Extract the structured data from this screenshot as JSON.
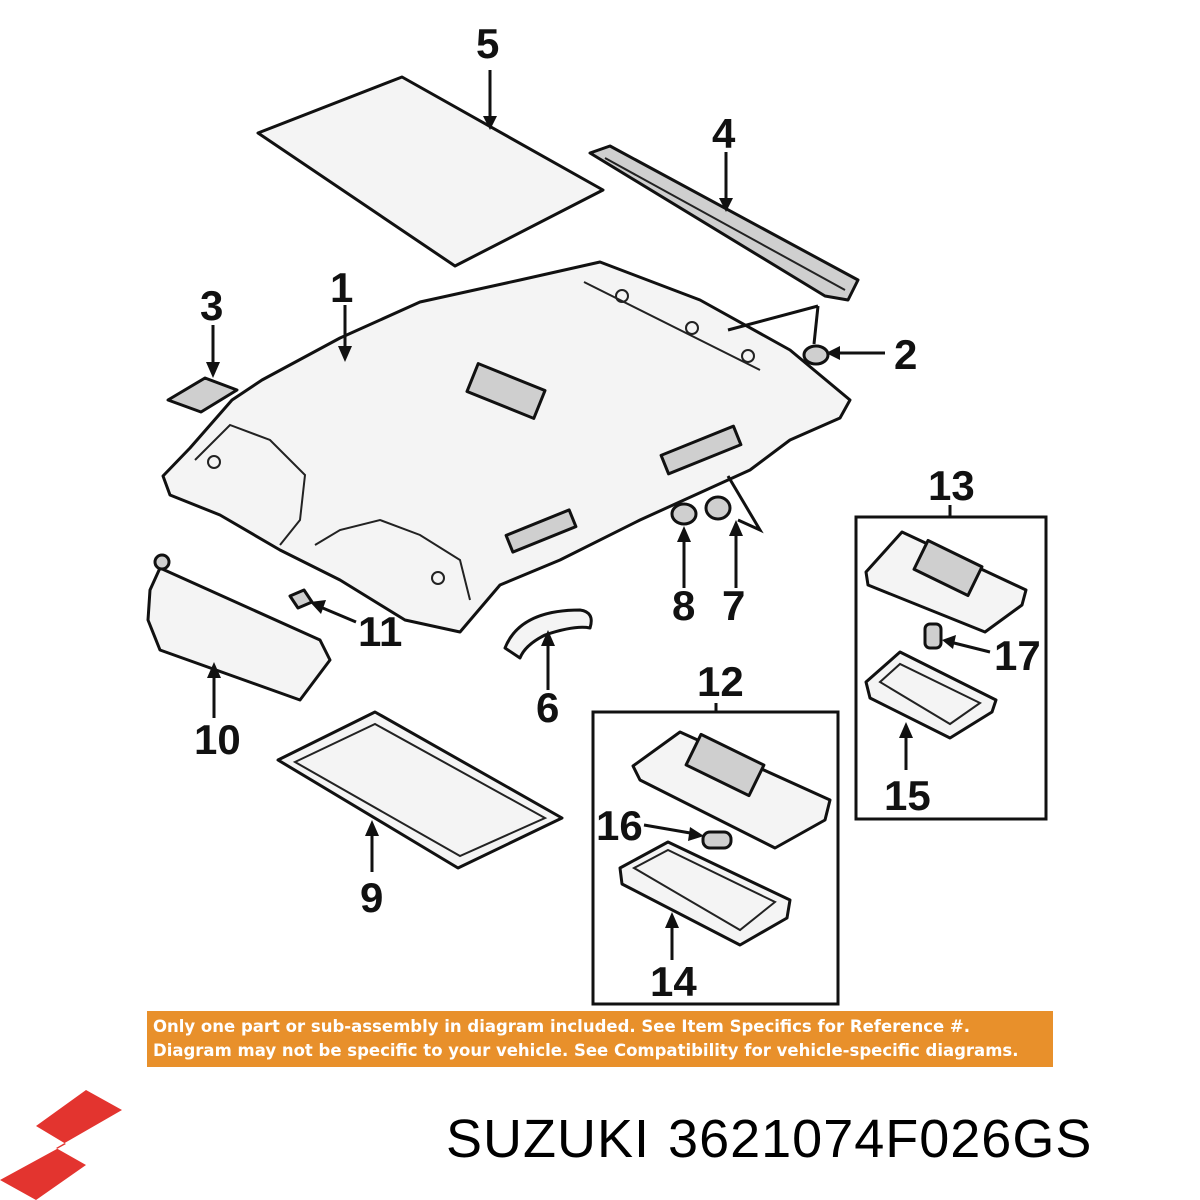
{
  "callouts": [
    "1",
    "2",
    "3",
    "4",
    "5",
    "6",
    "7",
    "8",
    "9",
    "10",
    "11",
    "12",
    "13",
    "14",
    "15",
    "16",
    "17"
  ],
  "disclaimer": {
    "line1": "Only one part or sub-assembly in diagram included. See Item Specifics for Reference #.",
    "line2": "Diagram may not be specific to your vehicle. See Compatibility for vehicle-specific diagrams."
  },
  "footer": {
    "brand": "SUZUKI",
    "part_number": "3621074F026GS"
  },
  "colors": {
    "banner": "#e8902b",
    "logo": "#e3342f"
  }
}
